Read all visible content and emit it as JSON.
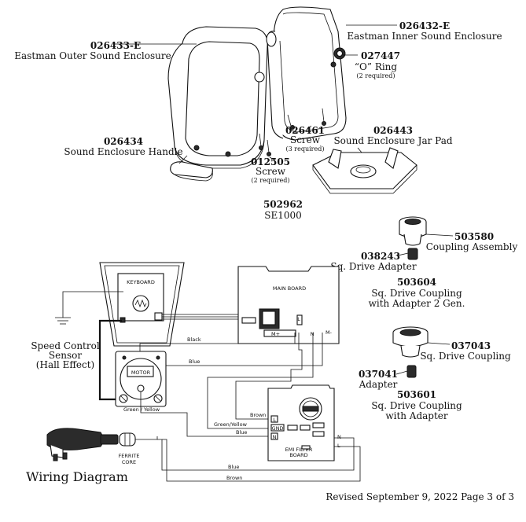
{
  "parts": {
    "outer_enclosure": {
      "number": "026433-E",
      "name": "Eastman Outer Sound Enclosure"
    },
    "inner_enclosure": {
      "number": "026432-E",
      "name": "Eastman Inner Sound Enclosure"
    },
    "o_ring": {
      "number": "027447",
      "name": "“O” Ring",
      "qty": "(2 required)"
    },
    "screw_a": {
      "number": "026461",
      "name": "Screw",
      "qty": "(3 required)"
    },
    "jar_pad": {
      "number": "026443",
      "name": "Sound Enclosure Jar Pad"
    },
    "handle": {
      "number": "026434",
      "name": "Sound Enclosure Handle"
    },
    "screw_b": {
      "number": "012505",
      "name": "Screw",
      "qty": "(2 required)"
    },
    "assembly": {
      "number": "502962",
      "model": "SE1000"
    },
    "coupling_assembly": {
      "number": "503580",
      "name": "Coupling Assembly"
    },
    "sq_drive_adapter": {
      "number": "038243",
      "name": "Sq. Drive Adapter"
    },
    "coupling_gen2": {
      "number": "503604",
      "line1": "Sq. Drive Coupling",
      "line2": "with Adapter 2 Gen."
    },
    "sq_drive_coupling": {
      "number": "037043",
      "name": "Sq. Drive Coupling"
    },
    "adapter": {
      "number": "037041",
      "name": "Adapter"
    },
    "coupling_adapter": {
      "number": "503601",
      "line1": "Sq. Drive Coupling",
      "line2": "with Adapter"
    }
  },
  "wiring": {
    "title": "Wiring Diagram",
    "keyboard": "KEYBOARD",
    "main_board": "MAIN BOARD",
    "motor": "MOTOR",
    "sensor_label": [
      "Speed Control",
      "Sensor",
      "(Hall Effect)"
    ],
    "emi_board": [
      "EMI FILTER",
      "BOARD"
    ],
    "ferrite": [
      "FERRITE",
      "CORE"
    ],
    "wires": {
      "black": "Black",
      "blue": "Blue",
      "green_yellow": "Green / Yellow",
      "brown": "Brown",
      "green_yellow_2": "Green/Yellow",
      "blue_2": "Blue",
      "blue_bottom": "Blue",
      "brown_bottom": "Brown"
    },
    "terminals": {
      "mb_l": "L",
      "mb_n": "N",
      "mb_mminus": "M-",
      "mb_mplus": "M+",
      "emi_l": "L",
      "emi_gnd": "GND",
      "emi_n": "N",
      "emi_out_n": "N",
      "emi_out_l": "L"
    }
  },
  "footer": "Revised September 9, 2022   Page 3 of 3"
}
